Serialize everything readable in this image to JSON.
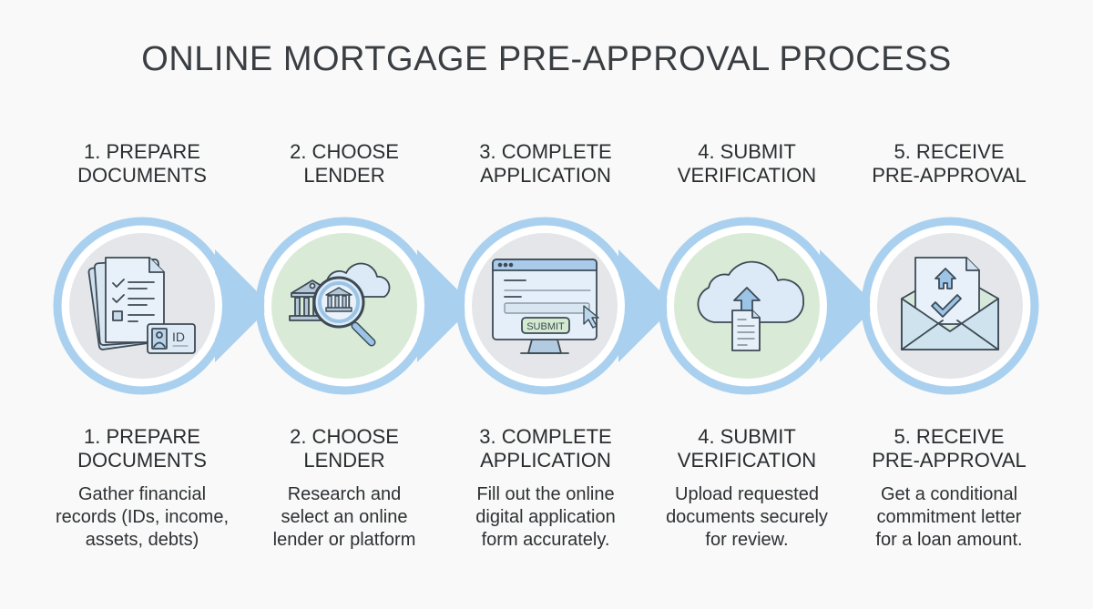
{
  "title": "ONLINE MORTGAGE PRE-APPROVAL PROCESS",
  "colors": {
    "background": "#f8f9f8",
    "ring": "#a9d0ef",
    "fill_gray": "#e4e6e9",
    "fill_green": "#d9ebd6",
    "icon_stroke": "#3d4a55",
    "icon_fill": "#e3eef8",
    "icon_accent": "#9cc4e6",
    "submit_green": "#d3ead0"
  },
  "steps": [
    {
      "number": "1",
      "title_line1": "1. PREPARE",
      "title_line2": "DOCUMENTS",
      "desc_line1": "Gather financial",
      "desc_line2": "records (IDs, income,",
      "desc_line3": "assets, debts)",
      "icon": "documents-checklist-id-card-icon",
      "icon_label": "ID",
      "fill": "gray"
    },
    {
      "number": "2",
      "title_line1": "2. CHOOSE",
      "title_line2": "LENDER",
      "desc_line1": "Research and",
      "desc_line2": "select an online",
      "desc_line3": "lender or platform",
      "icon": "bank-magnifier-cloud-icon",
      "fill": "green"
    },
    {
      "number": "3",
      "title_line1": "3. COMPLETE",
      "title_line2": "APPLICATION",
      "desc_line1": "Fill out the online",
      "desc_line2": "digital application",
      "desc_line3": "form accurately.",
      "icon": "computer-form-submit-icon",
      "icon_label": "SUBMIT",
      "fill": "gray"
    },
    {
      "number": "4",
      "title_line1": "4. SUBMIT",
      "title_line2": "VERIFICATION",
      "desc_line1": "Upload requested",
      "desc_line2": "documents securely",
      "desc_line3": "for review.",
      "icon": "cloud-upload-document-icon",
      "fill": "green"
    },
    {
      "number": "5",
      "title_line1": "5. RECEIVE",
      "title_line2": "PRE-APPROVAL",
      "desc_line1": "Get a conditional",
      "desc_line2": "commitment letter",
      "desc_line3": "for a loan amount.",
      "icon": "envelope-letter-house-check-icon",
      "fill": "gray"
    }
  ]
}
